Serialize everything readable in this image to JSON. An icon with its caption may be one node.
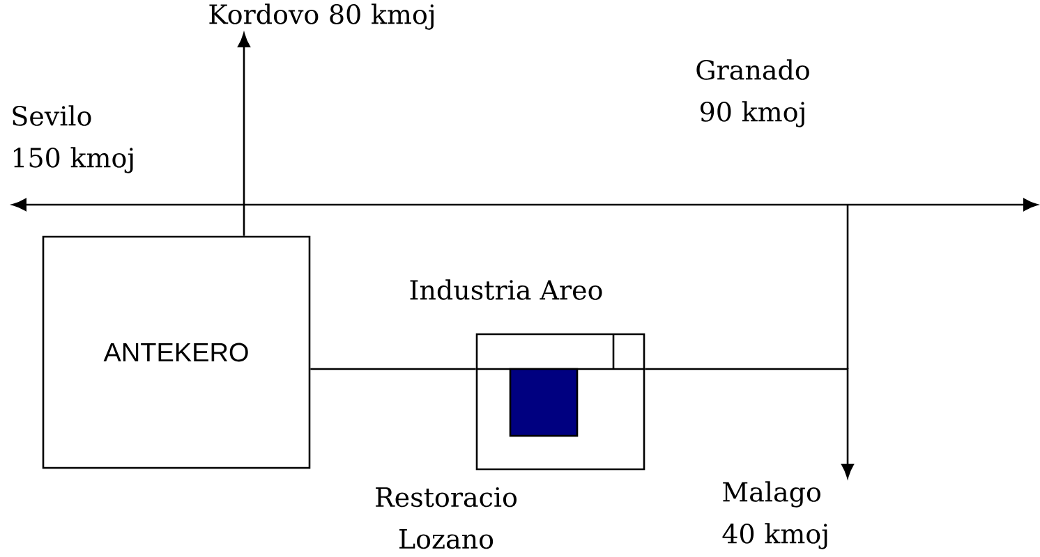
{
  "diagram": {
    "nodes": [
      {
        "text": [
          "Kordovo 80 kmoj"
        ]
      },
      {
        "text": [
          "Sevilo 150 kmoj"
        ]
      },
      {
        "text": [
          "ANTEKERO"
        ]
      },
      {
        "text": [
          "Industria Areo",
          "Restoracio Lozano"
        ]
      },
      {
        "text": [
          "Malago 40 kmoj"
        ]
      }
    ],
    "edges": [
      {
        "from": 2,
        "to": 0,
        "arrow": "to"
      },
      {
        "from": null,
        "to": 1,
        "arrow": "both"
      },
      {
        "from": 2,
        "to": 3,
        "arrow": "none"
      },
      {
        "from": 3,
        "to": 4,
        "arrow": "to"
      }
    ],
    "labels": [
      "Granado 90 kmoj"
    ]
  }
}
